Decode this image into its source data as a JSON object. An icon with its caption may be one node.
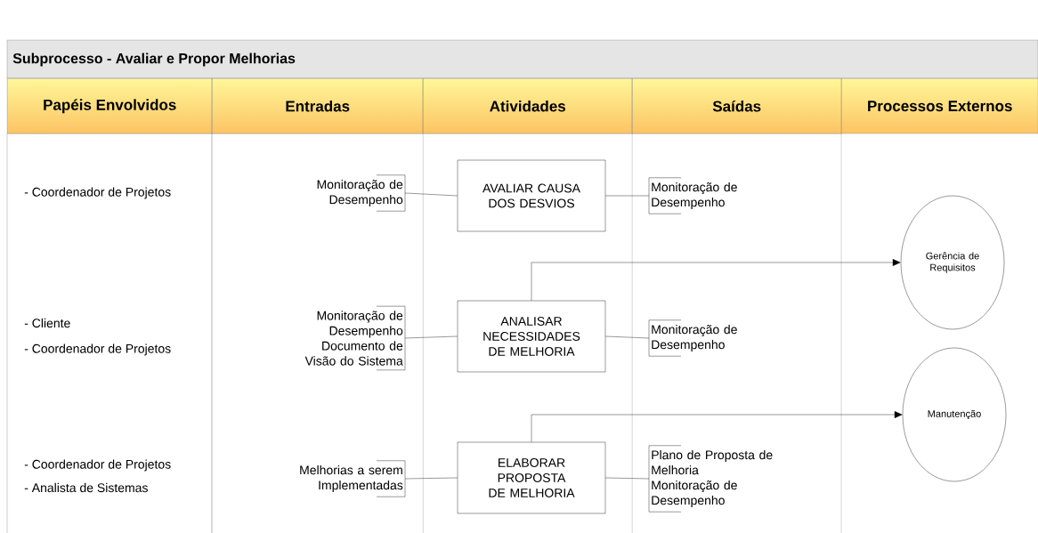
{
  "diagram": {
    "title": "Subprocesso - Avaliar e Propor Melhorias",
    "nodes": [
      {
        "text": [
          "Papéis Envolvidos"
        ]
      },
      {
        "text": [
          "Entradas"
        ]
      },
      {
        "text": [
          "Atividades"
        ]
      },
      {
        "text": [
          "Saídas"
        ]
      },
      {
        "text": [
          "Processos Externos"
        ]
      },
      {
        "text": [
          "Monitoração de Desempenho"
        ]
      },
      {
        "text": [
          "Monitoração de Desempenho",
          "Documento de Visão do Sistema"
        ]
      },
      {
        "text": [
          "Melhorias a serem Implementadas"
        ]
      },
      {
        "text": [
          "AVALIAR CAUSA DOS DESVIOS"
        ]
      },
      {
        "text": [
          "ANALISAR NECESSIDADES DE MELHORIA"
        ]
      },
      {
        "text": [
          "ELABORAR PROPOSTA DE MELHORIA"
        ]
      },
      {
        "text": [
          "Monitoração de Desempenho"
        ]
      },
      {
        "text": [
          "Monitoração de Desempenho"
        ]
      },
      {
        "text": [
          "Plano de Proposta de Melhoria",
          "Monitoração de Desempenho"
        ]
      },
      {
        "text": [
          "Gerência de Requisitos"
        ]
      },
      {
        "text": [
          "Manutenção"
        ]
      }
    ],
    "edges": [
      {
        "from": 5,
        "to": 8,
        "arrow": "none"
      },
      {
        "from": 8,
        "to": 11,
        "arrow": "none"
      },
      {
        "from": 6,
        "to": 9,
        "arrow": "none"
      },
      {
        "from": 9,
        "to": 12,
        "arrow": "none"
      },
      {
        "from": 7,
        "to": 10,
        "arrow": "none"
      },
      {
        "from": 10,
        "to": 13,
        "arrow": "none"
      },
      {
        "from": 9,
        "to": 14,
        "arrow": "to"
      },
      {
        "from": 10,
        "to": 15,
        "arrow": "to"
      }
    ],
    "labels": [
      "- Coordenador de Projetos",
      "- Cliente",
      "- Coordenador de Projetos",
      "- Coordenador de Projetos",
      "- Analista de Sistemas"
    ]
  }
}
